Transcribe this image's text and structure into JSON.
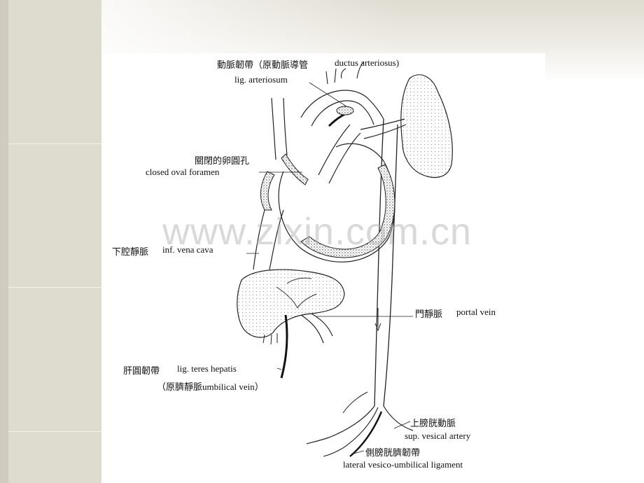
{
  "labels": {
    "ductus_zh": "動脈韌帶（原動脈導管",
    "ductus_en": "ductus arteriosus)",
    "lig_arteriosum": "lig. arteriosum",
    "oval_zh": "關閉的卵圓孔",
    "oval_en": "closed oval foramen",
    "ivc_zh": "下腔靜脈",
    "ivc_en": "inf. vena cava",
    "portal_zh": "門靜脈",
    "portal_en": "portal vein",
    "teres_zh": "肝圓韌帶",
    "teres_en": "lig. teres hepatis",
    "umbilical_vein": "（原臍靜脈umbilical vein）",
    "sup_vesical_zh": "上膀胱動脈",
    "sup_vesical_en": "sup. vesical artery",
    "lat_lig_zh": "側膀胱臍韌帶",
    "lat_lig_en": "lateral vesico-umbilical ligament"
  },
  "watermark": "www.zixin.com.cn"
}
